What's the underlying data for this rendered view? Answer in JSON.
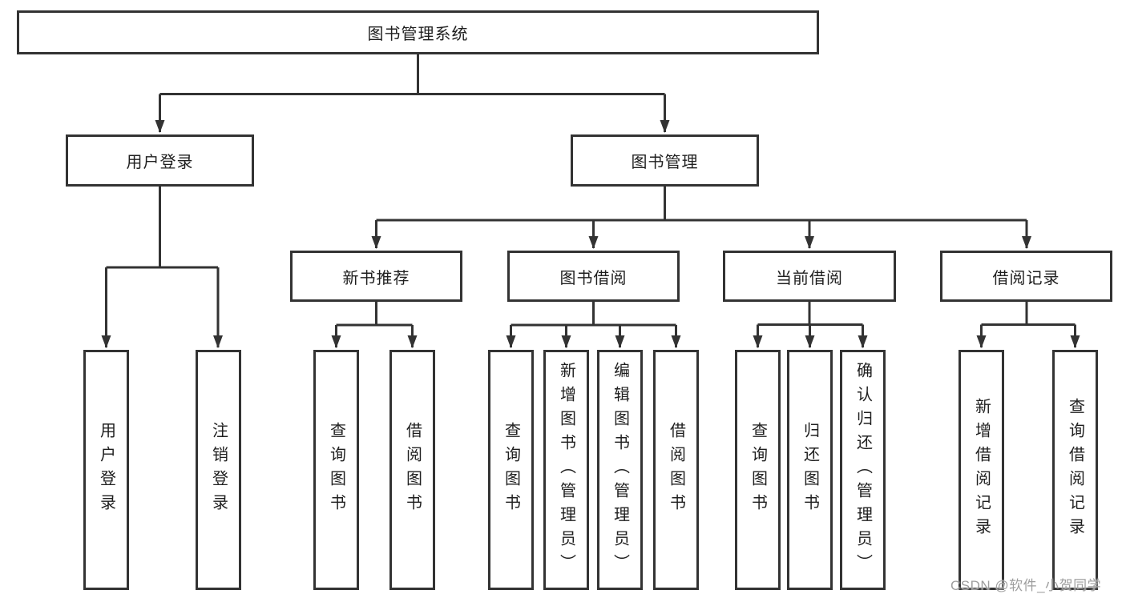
{
  "tree": {
    "root": {
      "label": "图书管理系统"
    },
    "branches": [
      {
        "label": "用户登录",
        "children": [
          {
            "label": "用户登录"
          },
          {
            "label": "注销登录"
          }
        ]
      },
      {
        "label": "图书管理",
        "children": [
          {
            "label": "新书推荐",
            "children": [
              {
                "label": "查询图书"
              },
              {
                "label": "借阅图书"
              }
            ]
          },
          {
            "label": "图书借阅",
            "children": [
              {
                "label": "查询图书"
              },
              {
                "label": "新增图书（管理员）"
              },
              {
                "label": "编辑图书（管理员）"
              },
              {
                "label": "借阅图书"
              }
            ]
          },
          {
            "label": "当前借阅",
            "children": [
              {
                "label": "查询图书"
              },
              {
                "label": "归还图书"
              },
              {
                "label": "确认归还（管理员）"
              }
            ]
          },
          {
            "label": "借阅记录",
            "children": [
              {
                "label": "新增借阅记录"
              },
              {
                "label": "查询借阅记录"
              }
            ]
          }
        ]
      }
    ]
  },
  "watermark": {
    "text": "CSDN @软件_小贺同学"
  },
  "colors": {
    "line": "#333333",
    "text": "#1f1f1f",
    "background": "#ffffff",
    "watermark": "#9e9e9e"
  }
}
